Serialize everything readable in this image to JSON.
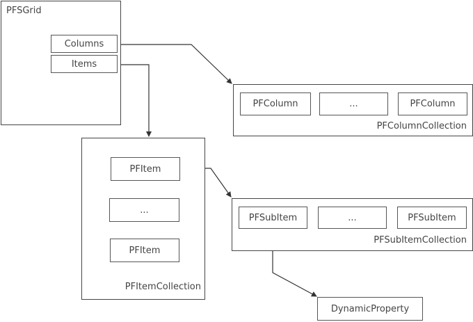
{
  "grid": {
    "title": "PFSGrid",
    "properties": [
      "Columns",
      "Items"
    ]
  },
  "column_collection": {
    "title": "PFColumnCollection",
    "cells": [
      "PFColumn",
      "...",
      "PFColumn"
    ]
  },
  "item_collection": {
    "title": "PFItemCollection",
    "cells": [
      "PFItem",
      "...",
      "PFItem"
    ]
  },
  "subitem_collection": {
    "title": "PFSubItemCollection",
    "cells": [
      "PFSubItem",
      "...",
      "PFSubItem"
    ]
  },
  "dynamic_property": {
    "title": "DynamicProperty"
  },
  "edges": [
    {
      "from": "Columns",
      "to": "PFColumnCollection"
    },
    {
      "from": "Items",
      "to": "PFItemCollection"
    },
    {
      "from": "PFItem",
      "to": "PFSubItemCollection"
    },
    {
      "from": "PFSubItem",
      "to": "DynamicProperty"
    }
  ]
}
